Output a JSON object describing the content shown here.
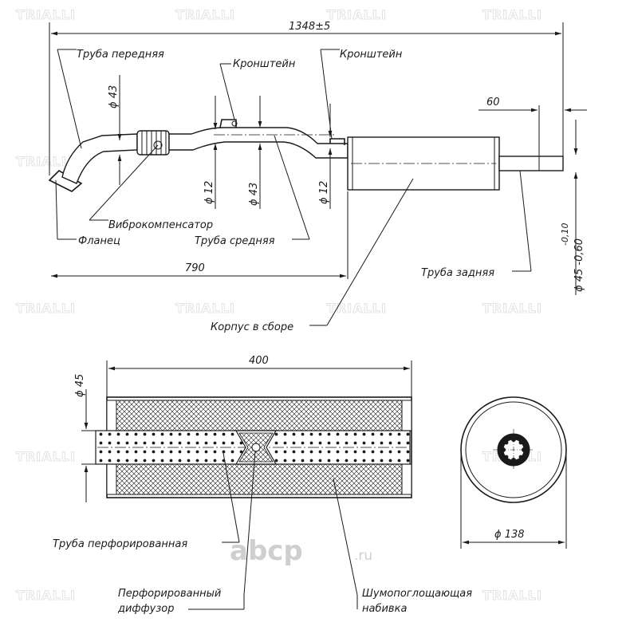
{
  "watermark_text": "TRIALLI",
  "brand": {
    "main": "abcp",
    "suffix": ".ru"
  },
  "dimensions": {
    "overall_length": "1348±5",
    "front_length": "790",
    "tail_length": "60",
    "d_front_pipe": "ϕ 43",
    "d_bracket_1": "ϕ 12",
    "d_mid_pipe": "ϕ 43",
    "d_bracket_2": "ϕ 12",
    "d_rear_pipe": "ϕ 45 -0,60",
    "d_rear_tol": "-0,10",
    "section_length": "400",
    "d_inner": "ϕ 45",
    "d_body": "ϕ 138"
  },
  "labels": {
    "front_pipe": "Труба передняя",
    "bracket_1": "Кронштейн",
    "bracket_2": "Кронштейн",
    "vibro": "Виброкомпенсатор",
    "flange": "Фланец",
    "mid_pipe": "Труба средняя",
    "rear_pipe": "Труба задняя",
    "body": "Корпус в сборе",
    "perf_pipe": "Труба  перфорированная",
    "perf_diffuser_1": "Перфорированный",
    "perf_diffuser_2": "диффузор",
    "absorb_1": "Шумопоглощающая",
    "absorb_2": "набивка"
  }
}
